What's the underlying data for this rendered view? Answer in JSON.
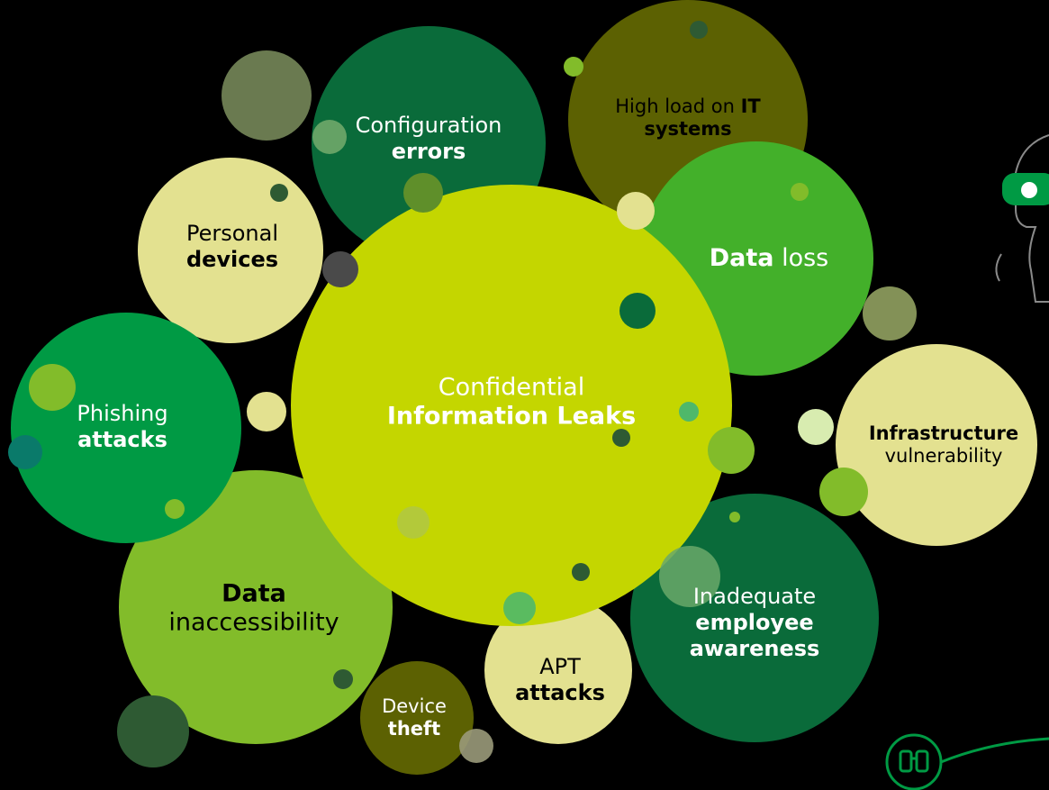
{
  "background_color": "#000000",
  "center": {
    "line1": "Confidential",
    "line2": "Information Leaks"
  },
  "topics": {
    "configuration": {
      "line1": "Configuration",
      "line2": "errors"
    },
    "high_load": {
      "line1_plain": "High load on ",
      "line1_bold": "IT",
      "line2": "systems"
    },
    "personal_devices": {
      "line1": "Personal",
      "line2": "devices"
    },
    "data_loss": {
      "bold": "Data",
      "plain": " loss"
    },
    "phishing": {
      "line1": "Phishing",
      "line2": "attacks"
    },
    "infrastructure": {
      "line1": "Infrastructure",
      "line2": "vulnerability"
    },
    "data_inaccessibility": {
      "line1": "Data",
      "line2": "inaccessibility"
    },
    "employee_awareness": {
      "line1": "Inadequate",
      "line2": "employee",
      "line3": "awareness"
    },
    "apt": {
      "line1": "APT",
      "line2": "attacks"
    },
    "device_theft": {
      "line1": "Device",
      "line2": "theft"
    }
  },
  "colors": {
    "dark_green": "#0a6b3a",
    "olive": "#5c6102",
    "lime": "#c4d600",
    "bright_green": "#43b02a",
    "green": "#009a44",
    "light_green": "#82bc2a",
    "pale_yellow": "#e3e190",
    "grey_green": "#6a7a50"
  },
  "icons": [
    "robot-icon",
    "binoculars-icon"
  ]
}
